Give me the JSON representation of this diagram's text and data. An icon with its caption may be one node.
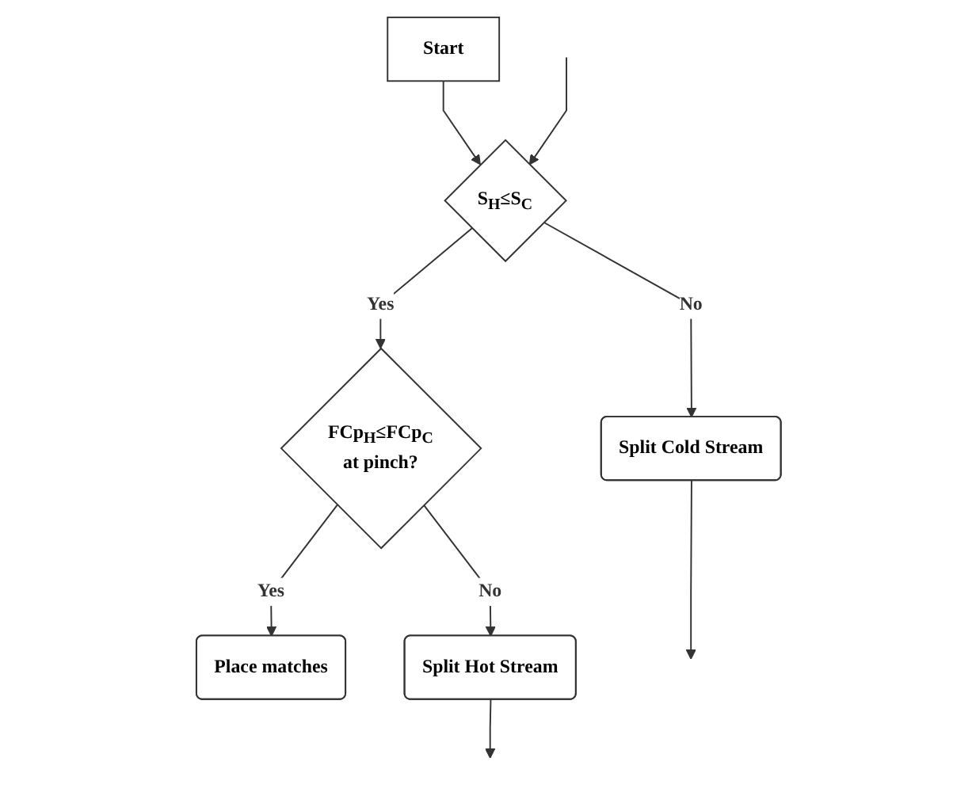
{
  "diagram": {
    "nodes": [
      {
        "text": [
          "Start"
        ]
      },
      {
        "text": [
          "S$_{H}$≤S$_{C}$"
        ]
      },
      {
        "text": [
          "FCp$_{H}$≤FCp$_{C}$",
          "at pinch?"
        ]
      },
      {
        "text": [
          "Split Cold Stream"
        ]
      },
      {
        "text": [
          "Place matches"
        ]
      },
      {
        "text": [
          "Split Hot Stream"
        ]
      }
    ],
    "edges": [
      {
        "from": 0,
        "to": 1,
        "arrow": "to"
      },
      {
        "from": 1,
        "to": 2,
        "arrow": "to",
        "label": "Yes"
      },
      {
        "from": 1,
        "to": 3,
        "arrow": "to",
        "label": "No"
      },
      {
        "from": 2,
        "to": 4,
        "arrow": "to",
        "label": "Yes"
      },
      {
        "from": 2,
        "to": 5,
        "arrow": "to",
        "label": "No"
      },
      {
        "from": null,
        "to": 1,
        "arrow": "to"
      },
      {
        "from": 3,
        "to": null,
        "arrow": "to"
      },
      {
        "from": 5,
        "to": null,
        "arrow": "to"
      }
    ]
  }
}
